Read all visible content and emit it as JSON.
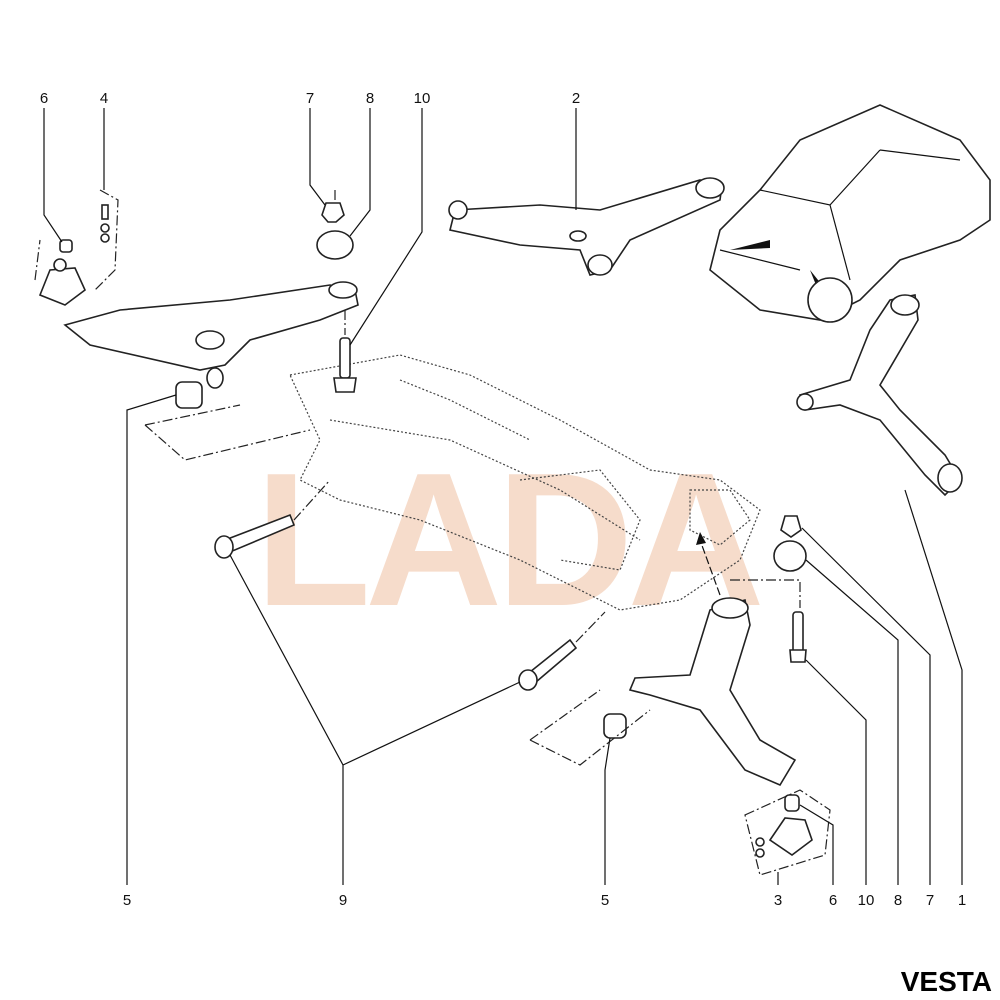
{
  "diagram": {
    "top_labels": [
      "6",
      "4",
      "7",
      "8",
      "10",
      "2"
    ],
    "bottom_labels": [
      "5",
      "9",
      "5",
      "3",
      "6",
      "10",
      "8",
      "7",
      "1"
    ],
    "watermark": "LADA",
    "model": "VESTA",
    "watermark_color": "#f6dccb"
  }
}
